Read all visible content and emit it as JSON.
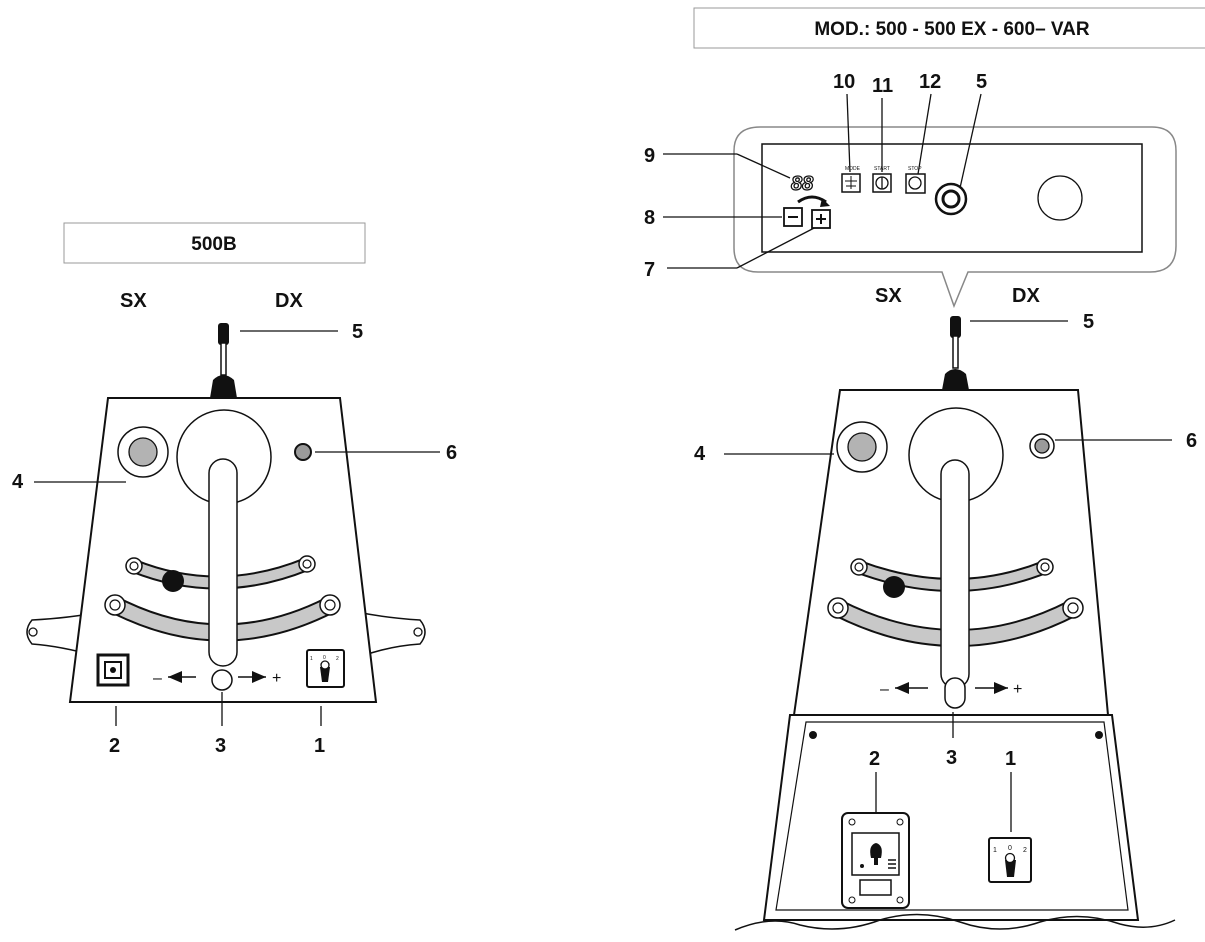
{
  "left_panel": {
    "title": "500B",
    "side_left": "SX",
    "side_right": "DX",
    "callouts": [
      "5",
      "4",
      "6",
      "2",
      "3",
      "1"
    ],
    "arrow_minus": "–",
    "arrow_plus": "+"
  },
  "right_panel": {
    "title": "MOD.: 500 -  500 EX - 600– VAR",
    "side_left": "SX",
    "side_right": "DX",
    "callouts": [
      "10",
      "11",
      "12",
      "5",
      "9",
      "8",
      "7",
      "5",
      "4",
      "6",
      "3",
      "2",
      "1"
    ],
    "display_value": "88",
    "button_labels": [
      "MODE",
      "START",
      "STOP"
    ],
    "arrow_minus": "–",
    "arrow_plus": "+"
  },
  "switch_labels": [
    "1",
    "0",
    "2"
  ]
}
